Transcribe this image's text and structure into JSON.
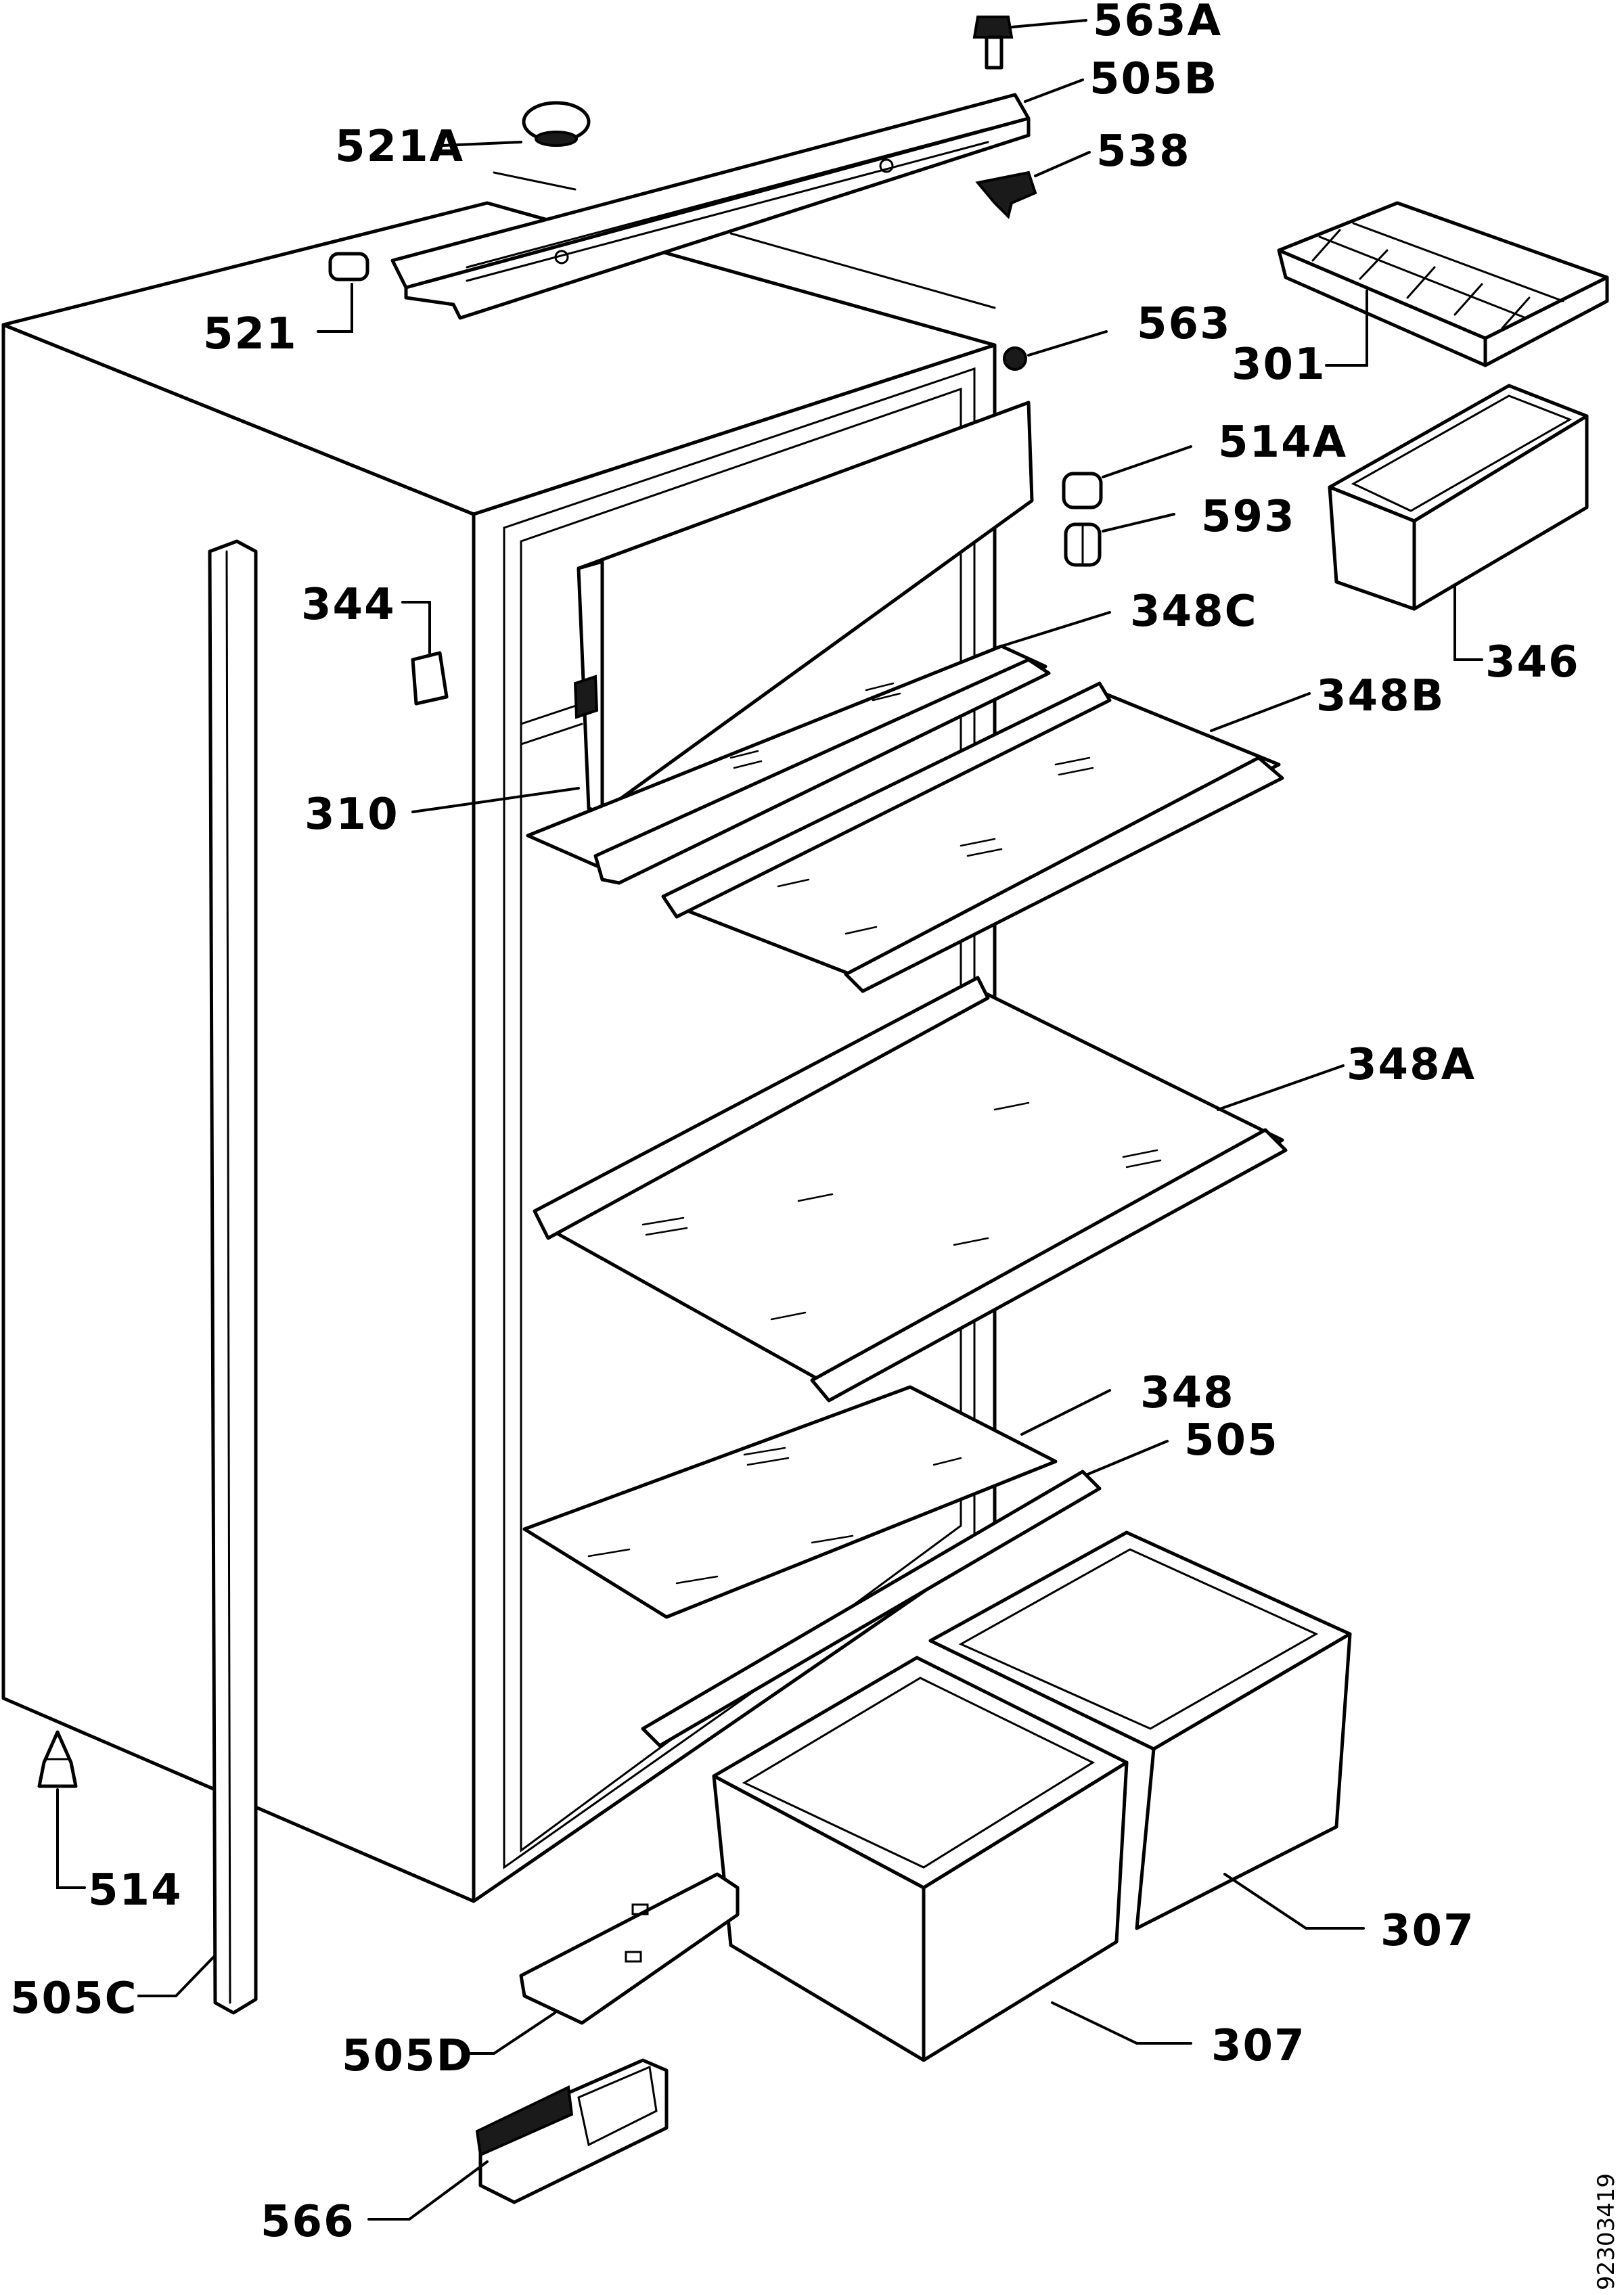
{
  "callouts": {
    "c563A": "563A",
    "c505B": "505B",
    "c521A": "521A",
    "c538": "538",
    "c521": "521",
    "c563": "563",
    "c301": "301",
    "c514A": "514A",
    "c593": "593",
    "c344": "344",
    "c348C": "348C",
    "c346": "346",
    "c348B": "348B",
    "c310": "310",
    "c348A": "348A",
    "c348": "348",
    "c505": "505",
    "c514": "514",
    "c307a": "307",
    "c505C": "505C",
    "c505D": "505D",
    "c307b": "307",
    "c566": "566"
  },
  "document_number": "92303419"
}
